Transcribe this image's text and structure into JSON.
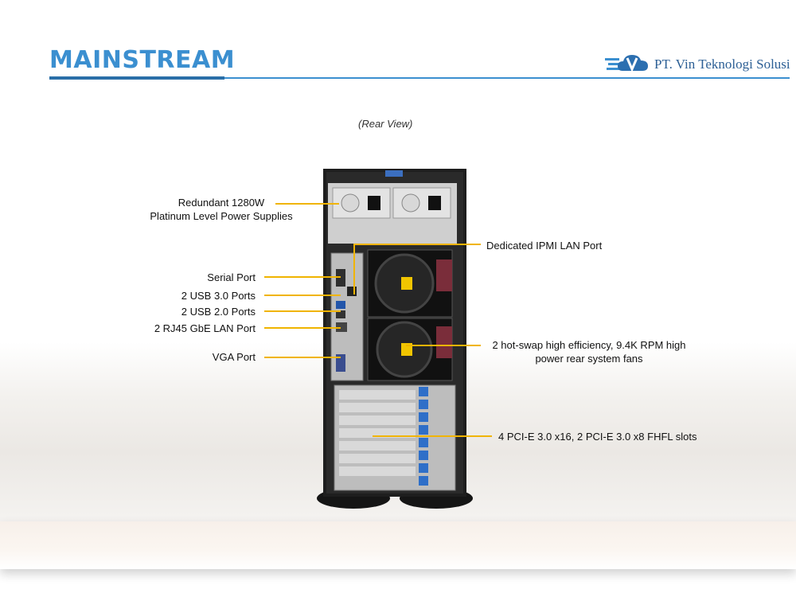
{
  "header": {
    "title": "MAINSTREAM",
    "company": "PT. Vin Teknologi Solusi"
  },
  "caption": "(Rear View)",
  "callouts": {
    "psu_line1": "Redundant  1280W",
    "psu_line2": "Platinum Level Power Supplies",
    "serial": "Serial Port",
    "usb3": "2 USB 3.0 Ports",
    "usb2": "2 USB 2.0 Ports",
    "lan": "2 RJ45 GbE LAN Port",
    "vga": "VGA Port",
    "ipmi": "Dedicated IPMI  LAN Port",
    "fans_line1": "2 hot-swap  high  efficiency, 9.4K RPM high",
    "fans_line2": "power rear system fans",
    "pcie": "4 PCI-E 3.0 x16, 2 PCI-E 3.0 x8 FHFL slots"
  },
  "colors": {
    "title": "#3b8fd0",
    "leader": "#f0b400",
    "chassis": "#1c1c1c"
  }
}
